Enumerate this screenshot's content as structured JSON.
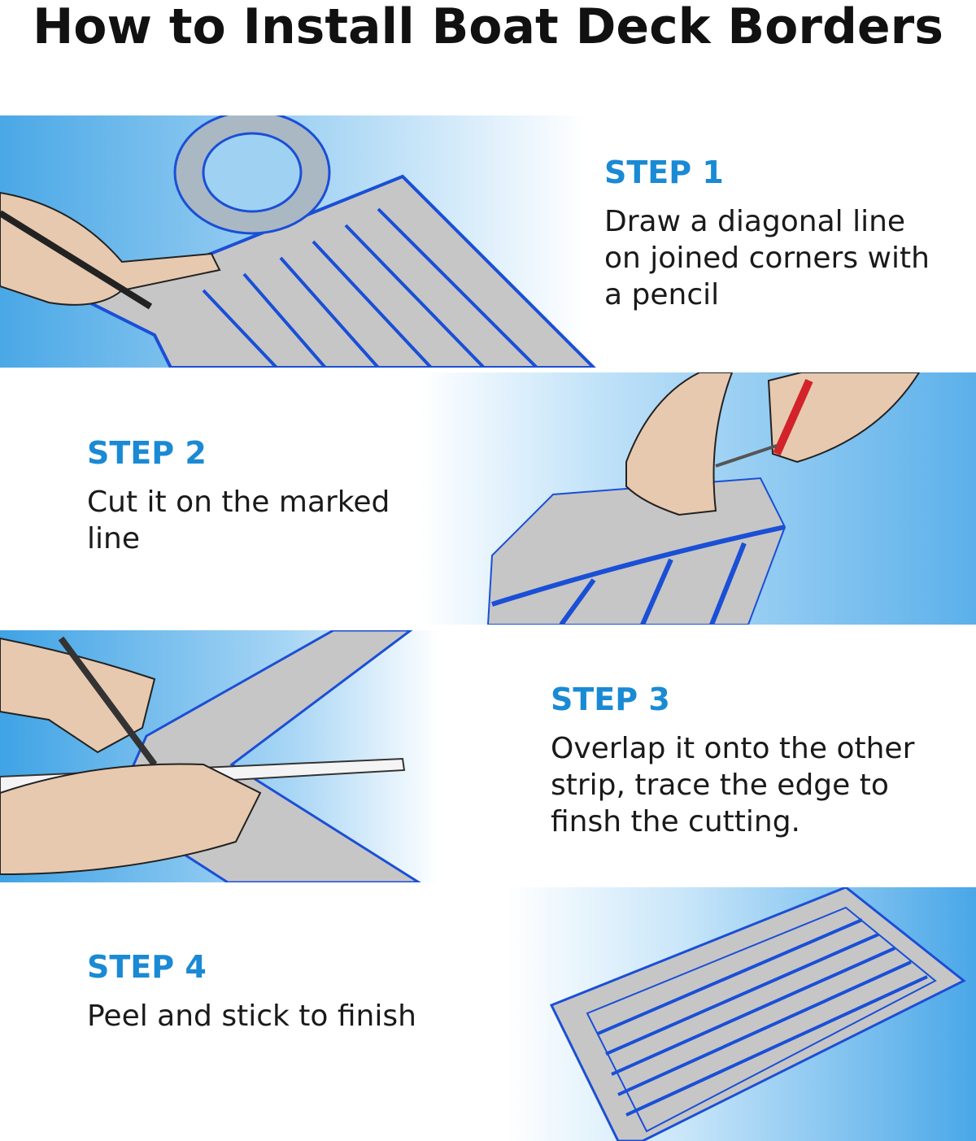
{
  "title": "How to Install Boat Deck Borders",
  "steps": [
    {
      "label": "STEP 1",
      "desc": "Draw a diagonal line on joined corners with a pencil"
    },
    {
      "label": "STEP 2",
      "desc": "Cut it on the marked line"
    },
    {
      "label": "STEP 3",
      "desc": "Overlap it onto the other strip, trace the edge to finsh the cutting."
    },
    {
      "label": "STEP 4",
      "desc": "Peel and stick to finish"
    }
  ],
  "colors": {
    "accent": "#1a8ad4",
    "line": "#1a4fd6",
    "plank": "#c6c6c6"
  }
}
